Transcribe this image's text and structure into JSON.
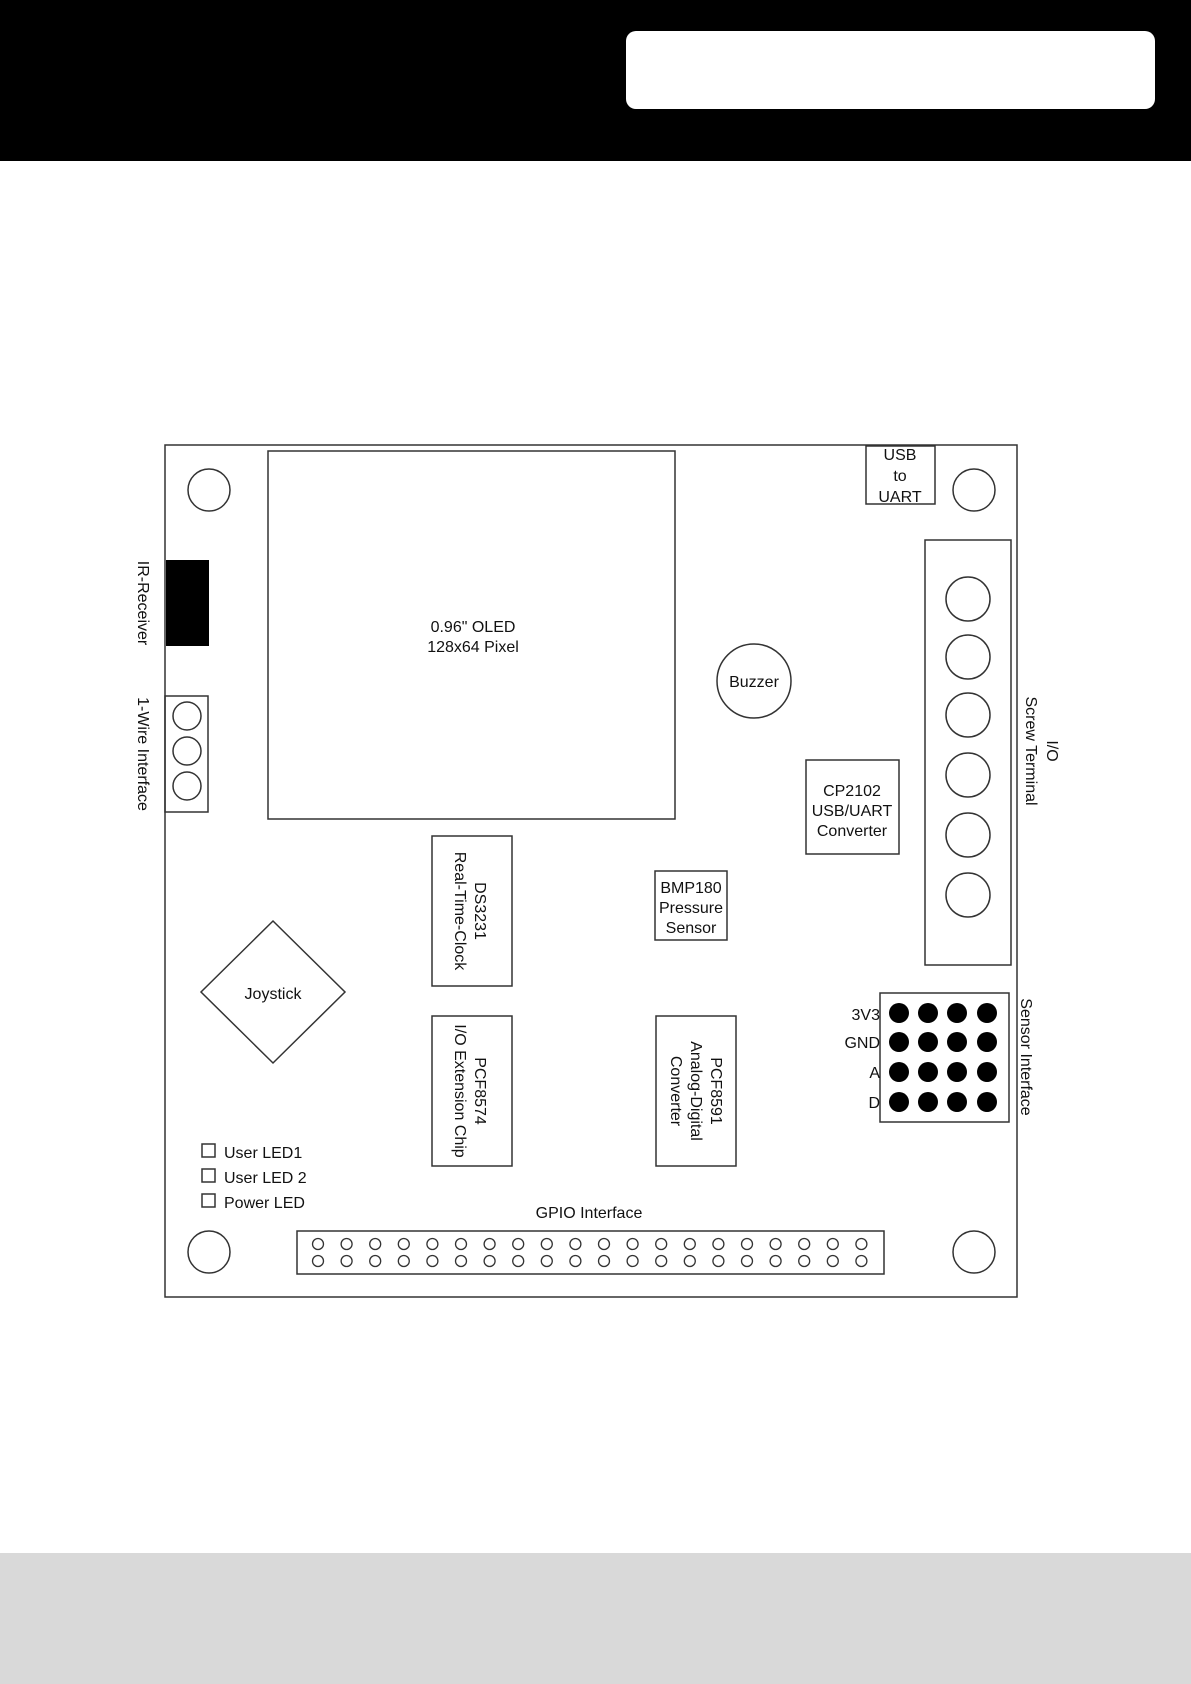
{
  "header": {
    "title_box": ""
  },
  "board": {
    "oled": {
      "line1": "0.96\" OLED",
      "line2": "128x64 Pixel"
    },
    "usb_uart": {
      "line1": "USB",
      "line2": "to",
      "line3": "UART"
    },
    "ir_receiver": "IR-Receiver",
    "one_wire": "1-Wire Interface",
    "buzzer": "Buzzer",
    "io_terminal": {
      "line1": "I/O",
      "line2": "Screw Terminal"
    },
    "cp2102": {
      "line1": "CP2102",
      "line2": "USB/UART",
      "line3": "Converter"
    },
    "bmp180": {
      "line1": "BMP180",
      "line2": "Pressure",
      "line3": "Sensor"
    },
    "ds3231": {
      "line1": "DS3231",
      "line2": "Real-Time-Clock"
    },
    "joystick": "Joystick",
    "pcf8574": {
      "line1": "PCF8574",
      "line2": "I/O Extension Chip"
    },
    "pcf8591": {
      "line1": "PCF8591",
      "line2": "Analog-Digital",
      "line3": "Converter"
    },
    "sensor_interface": {
      "label": "Sensor Interface",
      "rows": [
        "3V3",
        "GND",
        "A",
        "D"
      ]
    },
    "leds": [
      "User LED1",
      "User LED 2",
      "Power LED"
    ],
    "gpio": {
      "label": "GPIO Interface"
    }
  },
  "colors": {
    "header": "#000000",
    "footer": "#d9d9d9",
    "line": "#333333"
  }
}
